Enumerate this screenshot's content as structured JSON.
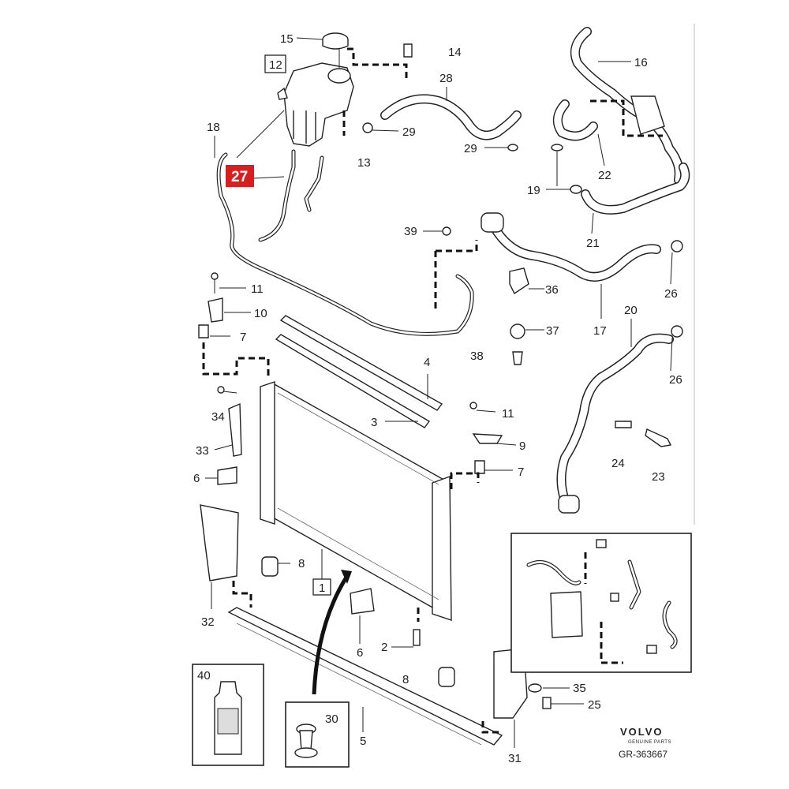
{
  "callouts": {
    "c1": "1",
    "c2": "2",
    "c3": "3",
    "c4": "4",
    "c5": "5",
    "c6a": "6",
    "c6b": "6",
    "c7a": "7",
    "c7b": "7",
    "c8a": "8",
    "c8b": "8",
    "c9": "9",
    "c10": "10",
    "c11a": "11",
    "c11b": "11",
    "c12": "12",
    "c13": "13",
    "c14": "14",
    "c15": "15",
    "c16": "16",
    "c17": "17",
    "c18": "18",
    "c19": "19",
    "c20": "20",
    "c21": "21",
    "c22": "22",
    "c23": "23",
    "c24": "24",
    "c25": "25",
    "c26a": "26",
    "c26b": "26",
    "c27": "27",
    "c28": "28",
    "c29a": "29",
    "c29b": "29",
    "c30": "30",
    "c31": "31",
    "c32": "32",
    "c33": "33",
    "c34": "34",
    "c35": "35",
    "c36": "36",
    "c37": "37",
    "c38": "38",
    "c39": "39",
    "c40": "40"
  },
  "highlight_color": "#d81e1e",
  "brand": {
    "name": "VOLVO",
    "tagline": "GENUINE PARTS",
    "ref": "GR-363667"
  }
}
